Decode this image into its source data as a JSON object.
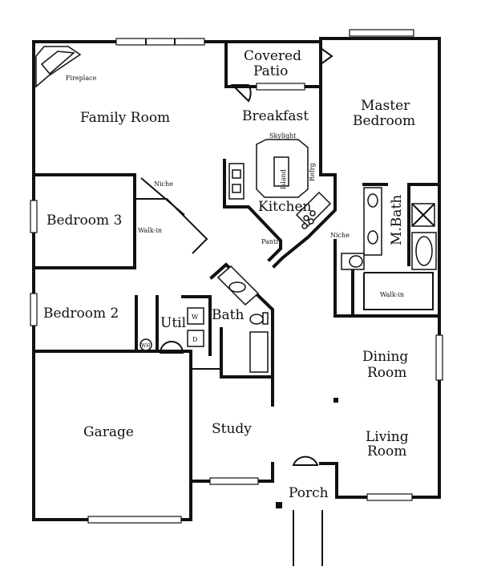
{
  "rooms": {
    "fireplace": "Fireplace",
    "family_room": "Family Room",
    "covered_patio_1": "Covered",
    "covered_patio_2": "Patio",
    "breakfast": "Breakfast",
    "master_bedroom_1": "Master",
    "master_bedroom_2": "Bedroom",
    "skylight": "Skylight",
    "island": "Island",
    "refrg": "Refrg",
    "niche_upper": "Niche",
    "bedroom3": "Bedroom 3",
    "kitchen": "Kitchen",
    "walkin_left": "Walk-in",
    "pantry": "Pantry",
    "niche_right": "Niche",
    "m_bath": "M.Bath",
    "walkin_right": "Walk-in",
    "bedroom2": "Bedroom 2",
    "util": "Util",
    "w": "W",
    "d": "D",
    "wh": "WH",
    "bath": "Bath",
    "dining_room_1": "Dining",
    "dining_room_2": "Room",
    "garage": "Garage",
    "study": "Study",
    "living_room_1": "Living",
    "living_room_2": "Room",
    "porch": "Porch"
  }
}
